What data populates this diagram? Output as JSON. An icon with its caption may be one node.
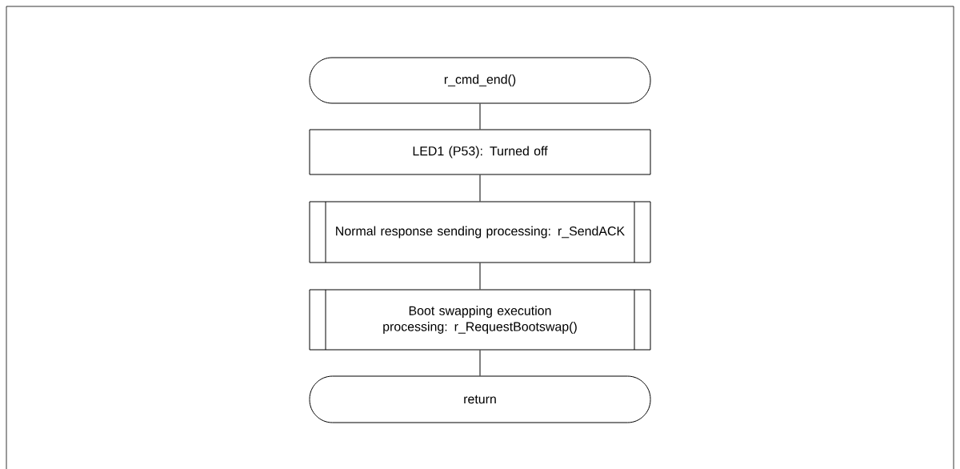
{
  "diagram": {
    "nodes": [
      {
        "text": [
          "r_cmd_end()"
        ]
      },
      {
        "text": [
          "LED1 (P53): Turned off"
        ]
      },
      {
        "text": [
          "Normal response sending processing: r_SendACK"
        ]
      },
      {
        "text": [
          "Boot swapping execution processing: r_RequestBootswap()"
        ]
      },
      {
        "text": [
          "return"
        ]
      }
    ],
    "edges": [
      {
        "from": 0,
        "to": 1,
        "arrow": "none"
      },
      {
        "from": 1,
        "to": 2,
        "arrow": "none"
      },
      {
        "from": 2,
        "to": 3,
        "arrow": "none"
      },
      {
        "from": 3,
        "to": 4,
        "arrow": "none"
      }
    ]
  }
}
